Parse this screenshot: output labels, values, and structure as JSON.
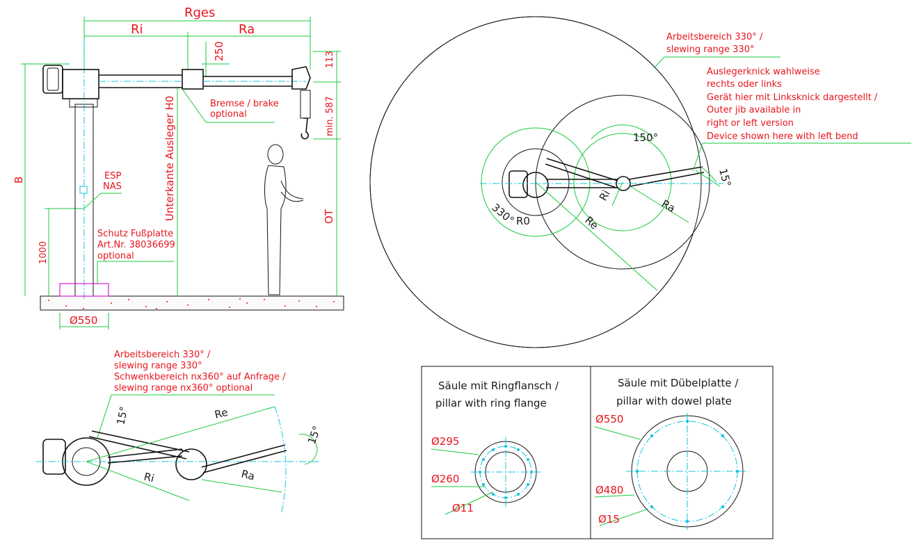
{
  "side_view": {
    "rges": "Rges",
    "ri": "Ri",
    "ra": "Ra",
    "dim_250": "250",
    "dim_113": "113",
    "min_587": "min. 587",
    "brake_line1": "Bremse / brake",
    "brake_line2": "optional",
    "unterkante": "Unterkante Ausleger H0",
    "b_label": "B",
    "esp": "ESP",
    "nas": "NAS",
    "dim_1000": "1000",
    "ot": "OT",
    "schutz_line1": "Schutz Fußplatte",
    "schutz_line2": "Art.Nr. 38036699",
    "schutz_line3": "optional",
    "phi550": "Ø550"
  },
  "plan_view": {
    "arbeitsbereich_line1": "Arbeitsbereich 330° /",
    "arbeitsbereich_line2": "slewing range 330°",
    "knick_line1": "Auslegerknick wahlweise",
    "knick_line2": "rechts oder links",
    "knick_line3": "Gerät hier mit Linksknick dargestellt /",
    "knick_line4": "Outer jib available in",
    "knick_line5": "right or left version",
    "knick_line6": "Device shown here with left bend",
    "angle_150": "150°",
    "angle_15": "15°",
    "angle_330": "330°",
    "r0": "R0",
    "ri": "Ri",
    "ra": "Ra",
    "re": "Re"
  },
  "bottom_plan": {
    "line1": "Arbeitsbereich 330° /",
    "line2": "slewing range 330°",
    "line3": "Schwenkbereich nx360° auf Anfrage /",
    "line4": "slewing range nx360° optional",
    "re": "Re",
    "ri": "Ri",
    "ra": "Ra",
    "angle_15a": "15°",
    "angle_15b": "15°"
  },
  "pillar_panels": {
    "ring_title_1": "Säule mit Ringflansch /",
    "ring_title_2": "pillar with ring flange",
    "phi295": "Ø295",
    "phi260": "Ø260",
    "phi11": "Ø11",
    "dowel_title_1": "Säule mit Dübelplatte /",
    "dowel_title_2": "pillar with dowel plate",
    "phi550": "Ø550",
    "phi480": "Ø480",
    "phi15": "Ø15"
  },
  "colors": {
    "annotation": "#e8141c",
    "leader": "#18c93c",
    "centerline": "#11c4e0",
    "outline": "#111111",
    "guard": "#d81ad8"
  }
}
